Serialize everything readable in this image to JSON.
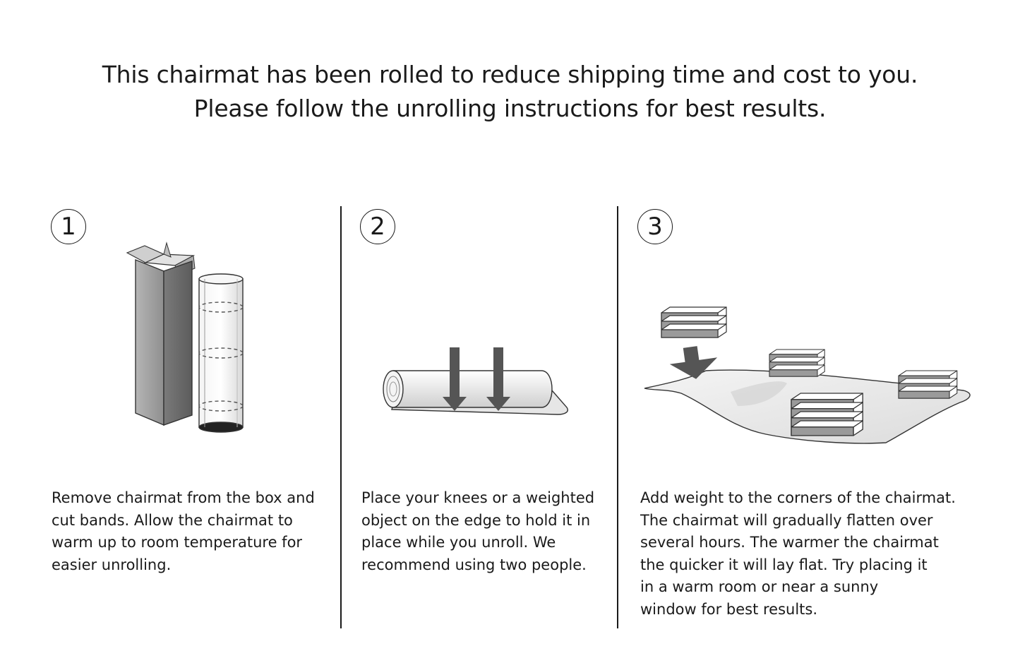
{
  "header": {
    "line1": "This chairmat has been rolled to reduce shipping time and cost to you.",
    "line2": "Please follow the unrolling instructions for best results."
  },
  "steps": [
    {
      "number": "1",
      "text": "Remove chairmat from the box and\ncut bands. Allow the chairmat to\nwarm up to  room temperature for\neasier unrolling.",
      "illustration": "box-and-rolled-mat-icon"
    },
    {
      "number": "2",
      "text": "Place your knees or a weighted\nobject on the edge to hold it in\nplace while you unroll. We\nrecommend using two people.",
      "illustration": "unrolling-mat-with-arrows-icon"
    },
    {
      "number": "3",
      "text": "Add weight to the corners of the chairmat.\nThe chairmat will gradually flatten over\nseveral hours. The warmer the chairmat\nthe quicker it will lay flat. Try placing it\nin a warm room or near a sunny\nwindow for best results.",
      "illustration": "mat-with-books-icon"
    }
  ],
  "colors": {
    "text": "#1a1a1a",
    "arrow": "#555555",
    "box": "#9a9a9a"
  }
}
